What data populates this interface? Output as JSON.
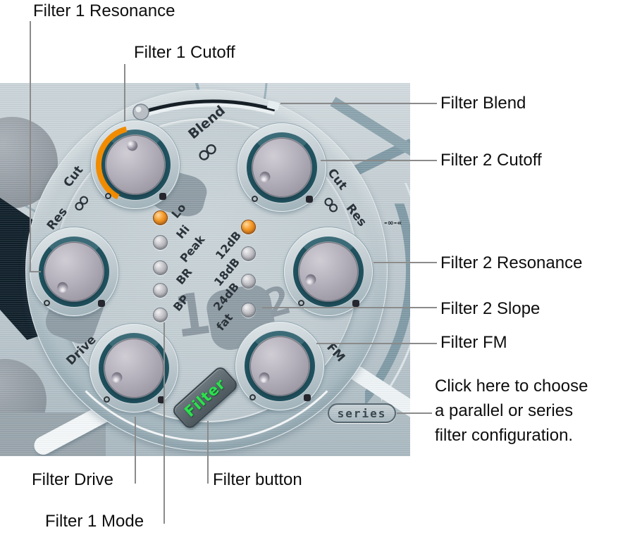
{
  "callouts": {
    "filter1_resonance": "Filter 1 Resonance",
    "filter1_cutoff": "Filter 1 Cutoff",
    "filter_blend": "Filter Blend",
    "filter2_cutoff": "Filter 2 Cutoff",
    "filter2_resonance": "Filter 2 Resonance",
    "filter2_slope": "Filter 2 Slope",
    "filter_fm": "Filter FM",
    "filter_drive": "Filter Drive",
    "filter_button": "Filter button",
    "filter1_mode": "Filter 1 Mode"
  },
  "note_lines": [
    "Click here to choose",
    "a parallel or series",
    "filter configuration."
  ],
  "panel": {
    "blend_label": "Blend",
    "filter_button_label": "Filter",
    "series_button_label": "series",
    "edge_marker": "-∞-«",
    "filter1": {
      "number": "1",
      "cut_label": "Cut",
      "res_label": "Res",
      "drive_label": "Drive",
      "modes": [
        "Lo",
        "Hi",
        "Peak",
        "BR",
        "BP"
      ],
      "selected_mode": "Lo"
    },
    "filter2": {
      "number": "2",
      "cut_label": "Cut",
      "res_label": "Res",
      "fm_label": "FM",
      "slopes": [
        "12dB",
        "18dB",
        "24dB",
        "fat"
      ],
      "selected_slope": "12dB"
    },
    "icons": {
      "chain": "interlocked-rings",
      "blend_handle": "metal-ball-slider",
      "min_marker": "open-circle",
      "max_marker": "filled-dot"
    },
    "colors": {
      "accent_orange": "#f18c00",
      "led_on": "#e87410",
      "button_green": "#2be24d",
      "ring_teal": "#1d4f5f",
      "panel_metal": "#c2ccd1",
      "dark_navy": "#0c1b26",
      "callout_line": "#8b8b8b"
    }
  }
}
